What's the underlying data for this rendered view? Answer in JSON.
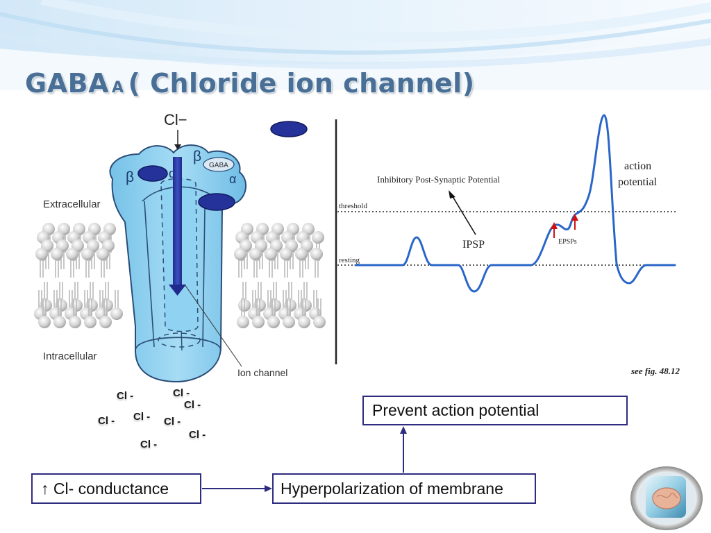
{
  "slide": {
    "title_main": "GABA",
    "title_sub": "A",
    "title_rest": "( Chloride ion channel)"
  },
  "channel_diagram": {
    "ion_label": "Cl−",
    "extracellular": "Extracellular",
    "intracellular": "Intracellular",
    "ion_channel": "Ion channel",
    "beta_left": "β",
    "alpha_left": "α",
    "beta_right": "β",
    "alpha_right": "α",
    "gaba_tag": "GABA"
  },
  "potential_graph": {
    "ipsp_desc": "Inhibitory Post-Synaptic Potential",
    "threshold": "threshold",
    "resting": "resting",
    "ipsp": "IPSP",
    "epsps": "EPSPs",
    "action_1": "action",
    "action_2": "potential",
    "fig_ref": "see fig. 48.12"
  },
  "chloride_ions": [
    "Cl -",
    "Cl -",
    "Cl -",
    "Cl -",
    "Cl -",
    "Cl -",
    "Cl -",
    "Cl -"
  ],
  "flow": {
    "conductance": "↑ Cl- conductance",
    "hyperpolarization": "Hyperpolarization of membrane",
    "prevent": "Prevent action potential"
  },
  "colors": {
    "title": "#4a6f96",
    "box_border": "#2e2c7e",
    "trace": "#2a66c8",
    "channel": "#8ccdee",
    "gaba_molecule": "#23319a"
  }
}
